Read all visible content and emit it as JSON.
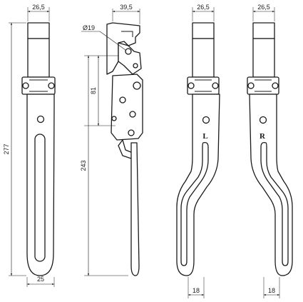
{
  "dimensions": {
    "v1_top_width": "26,5",
    "v1_total_height": "277",
    "v1_bottom_width": "25",
    "v2_top_width": "39,5",
    "v2_hole_dia": "Ø19",
    "v2_pivot_height": "81",
    "v2_lever_height": "243",
    "v3_top_width": "26,5",
    "v3_bottom_width": "18",
    "v4_top_width": "26,5",
    "v4_bottom_width": "18"
  },
  "marks": {
    "left": "L",
    "right": "R"
  },
  "colors": {
    "line": "#1a1a1a",
    "background": "#ffffff"
  }
}
